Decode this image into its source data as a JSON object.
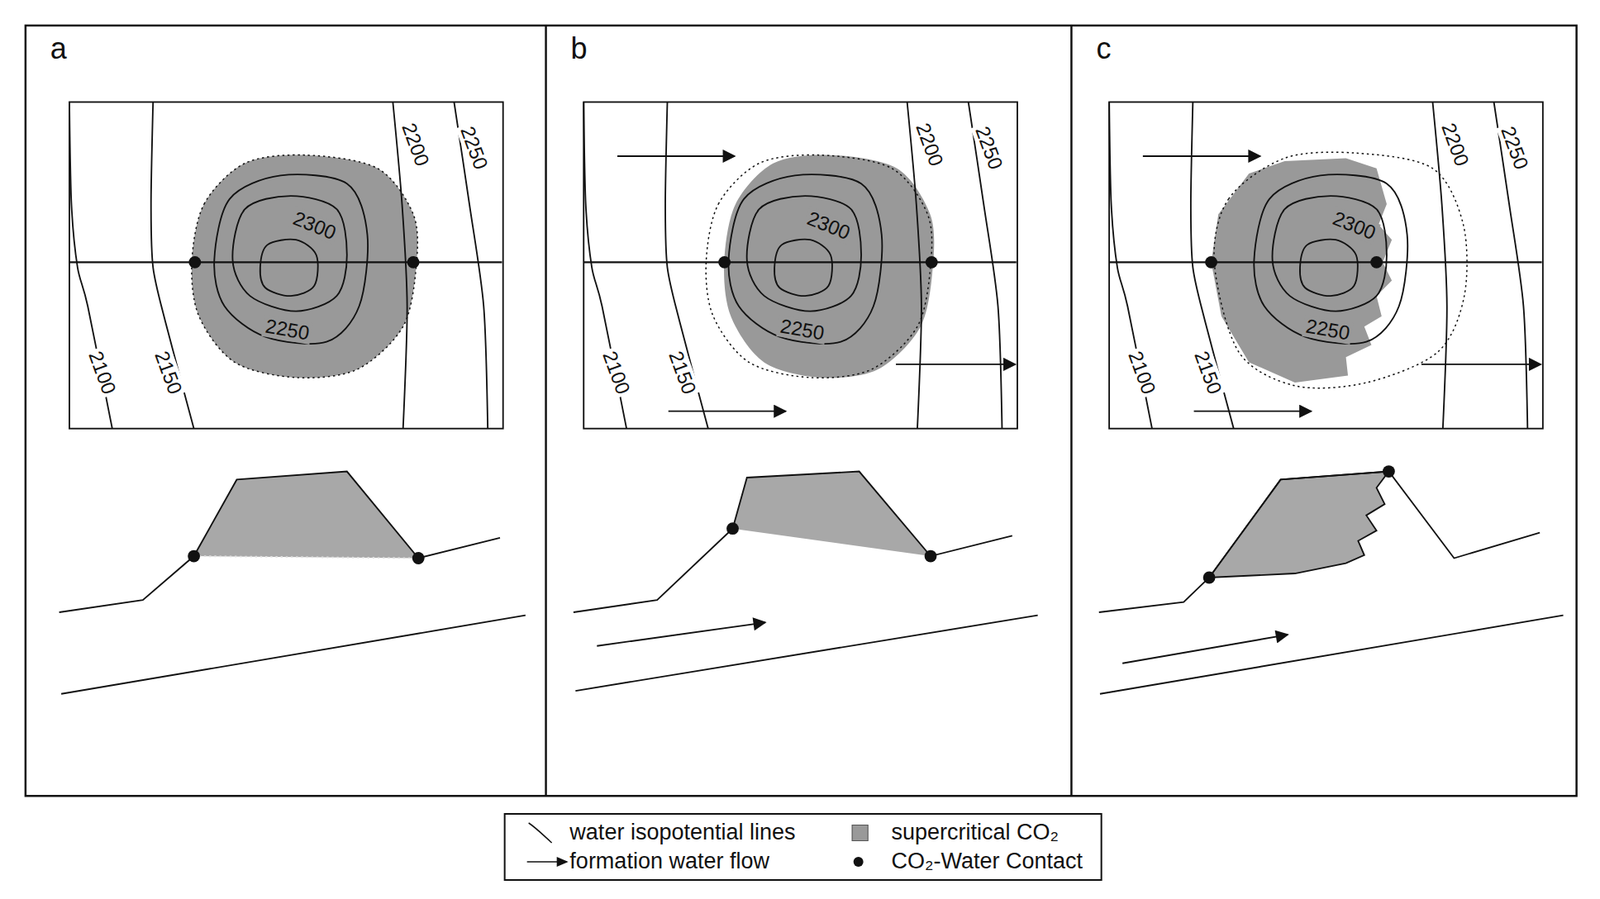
{
  "diagram": {
    "nodes": [
      {
        "text": [
          "a"
        ]
      },
      {
        "text": [
          "b"
        ]
      },
      {
        "text": [
          "c"
        ]
      }
    ],
    "labels": [
      "2100",
      "2150",
      "2200",
      "2250",
      "2300",
      "2250",
      "2100",
      "2150",
      "2200",
      "2250",
      "2300",
      "2250",
      "2100",
      "2150",
      "2200",
      "2250",
      "2300",
      "2250"
    ],
    "legend": [
      {
        "text": "water isopotential lines"
      },
      {
        "text": "supercritical CO₂",
        "color": "#999999"
      },
      {
        "text": "formation water flow"
      },
      {
        "text": "CO₂-Water Contact"
      }
    ]
  }
}
